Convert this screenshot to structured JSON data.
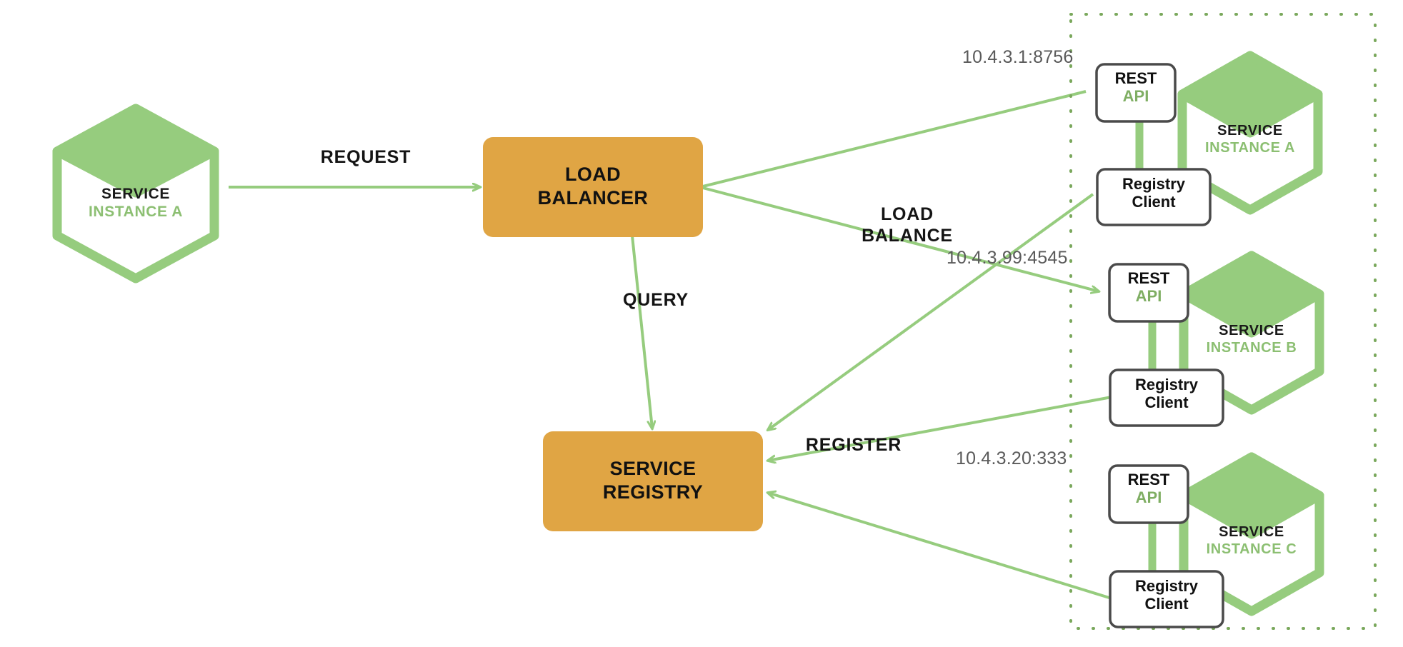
{
  "diagram": {
    "title": "Service Registry / Load Balancer architecture",
    "colors": {
      "green": "#96cc7e",
      "green_dark": "#8cbf72",
      "orange": "#e0a544",
      "text": "#141414",
      "ip_text": "#5a5a5a",
      "box_border": "#4a4a4a",
      "dotted_border": "#7aa85c"
    }
  },
  "client": {
    "title": "SERVICE",
    "subtitle": "INSTANCE A"
  },
  "load_balancer": {
    "line1": "LOAD",
    "line2": "BALANCER"
  },
  "service_registry": {
    "line1": "SERVICE",
    "line2": "REGISTRY"
  },
  "edges": [
    {
      "id": "request",
      "label": "REQUEST",
      "from": "client",
      "to": "load-balancer"
    },
    {
      "id": "load-balance",
      "label_line1": "LOAD",
      "label_line2": "BALANCE",
      "from": "load-balancer",
      "to": "service-instances"
    },
    {
      "id": "query",
      "label": "QUERY",
      "from": "load-balancer",
      "to": "service-registry"
    },
    {
      "id": "register",
      "label": "REGISTER",
      "from": "registry-clients",
      "to": "service-registry"
    }
  ],
  "instances": [
    {
      "id": "a",
      "address": "10.4.3.1:8756",
      "title": "SERVICE",
      "subtitle": "INSTANCE A",
      "rest_api": {
        "line1": "REST",
        "line2": "API"
      },
      "registry_client": {
        "line1": "Registry",
        "line2": "Client"
      }
    },
    {
      "id": "b",
      "address": "10.4.3.99:4545",
      "title": "SERVICE",
      "subtitle": "INSTANCE B",
      "rest_api": {
        "line1": "REST",
        "line2": "API"
      },
      "registry_client": {
        "line1": "Registry",
        "line2": "Client"
      }
    },
    {
      "id": "c",
      "address": "10.4.3.20:333",
      "title": "SERVICE",
      "subtitle": "INSTANCE C",
      "rest_api": {
        "line1": "REST",
        "line2": "API"
      },
      "registry_client": {
        "line1": "Registry",
        "line2": "Client"
      }
    }
  ]
}
